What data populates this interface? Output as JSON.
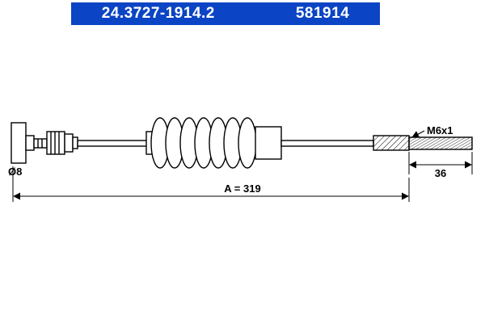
{
  "header": {
    "part_number": "24.3727-1914.2",
    "ref_number": "581914",
    "bg_color": "#0b44c4",
    "text_color": "#ffffff"
  },
  "diagram": {
    "labels": {
      "thread": "M6x1",
      "rod_length": "36",
      "diameter": "Ø8",
      "total_length": "A = 319"
    },
    "colors": {
      "line": "#000000",
      "background": "#ffffff"
    }
  }
}
